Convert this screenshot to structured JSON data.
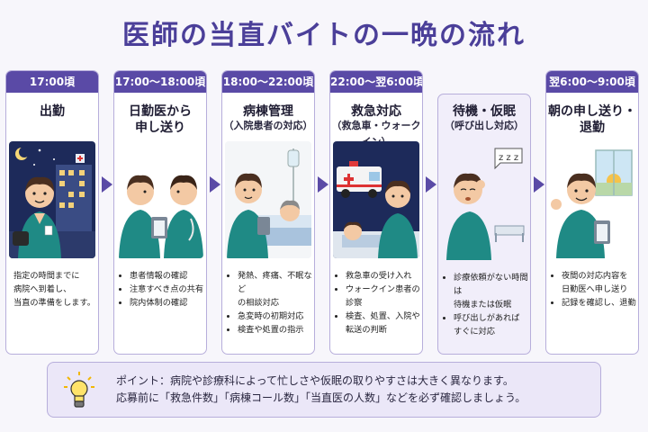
{
  "title": "医師の当直バイトの一晩の流れ",
  "columns": [
    {
      "time": "17:00頃",
      "title_lines": [
        "出勤"
      ],
      "subtitle": "",
      "body_text": [
        "指定の時間までに",
        "病院へ到着し、",
        "当直の準備をします。"
      ],
      "bullets": []
    },
    {
      "time": "17:00〜18:00頃",
      "title_lines": [
        "日勤医から",
        "申し送り"
      ],
      "subtitle": "",
      "body_text": [],
      "bullets": [
        "患者情報の確認",
        "注意すべき点の共有",
        "院内体制の確認"
      ]
    },
    {
      "time": "18:00〜22:00頃",
      "title_lines": [
        "病棟管理"
      ],
      "subtitle": "（入院患者の対応）",
      "body_text": [],
      "bullets": [
        "発熱、疼痛、不眠など",
        "の相談対応",
        "急変時の初期対応",
        "検査や処置の指示"
      ]
    },
    {
      "time": "22:00〜翌6:00頃",
      "title_lines": [
        "救急対応"
      ],
      "subtitle": "（救急車・ウォークイン）",
      "body_text": [],
      "bullets": [
        "救急車の受け入れ",
        "ウォークイン患者の診察",
        "検査、処置、入院や",
        "転送の判断"
      ]
    },
    {
      "time": "",
      "title_lines": [
        "待機・仮眠"
      ],
      "subtitle": "（呼び出し対応）",
      "body_text": [],
      "bullets": [
        "診療依頼がない時間は",
        "待機または仮眠",
        "呼び出しがあれば",
        "すぐに対応"
      ]
    },
    {
      "time": "翌6:00〜9:00頃",
      "title_lines": [
        "朝の申し送り・",
        "退勤"
      ],
      "subtitle": "",
      "body_text": [],
      "bullets": [
        "夜間の対応内容を",
        "日勤医へ申し送り",
        "記録を確認し、退勤"
      ]
    }
  ],
  "point": {
    "line1": "ポイント：病院や診療科によって忙しさや仮眠の取りやすさは大きく異なります。",
    "line2": "応募前に「救急件数」「病棟コール数」「当直医の人数」などを必ず確認しましょう。"
  },
  "colors": {
    "accent": "#5a4aa6",
    "title": "#4b3f99",
    "scrubs": "#1f8a85",
    "night_sky": "#1d2a5a"
  },
  "icons": [
    "lightbulb-icon",
    "arrow-right-icon",
    "moon-icon",
    "star-icon",
    "ambulance-icon",
    "clipboard-icon",
    "zzz-icon",
    "sun-icon"
  ]
}
